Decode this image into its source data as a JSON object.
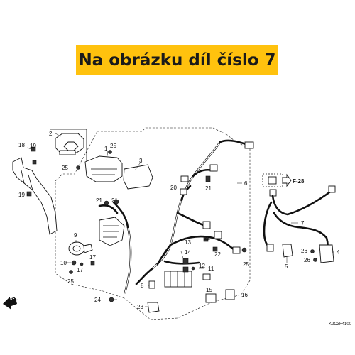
{
  "banner": {
    "text": "Na obrázku díl číslo 7",
    "color": "#ffc20e"
  },
  "diagram": {
    "drawing_code": "K2C3F4100",
    "direction_label": "FR.",
    "reference": "F-28",
    "callouts": {
      "c1": "1",
      "c2": "2",
      "c3": "3",
      "c4": "4",
      "c5": "5",
      "c6": "6",
      "c7": "7",
      "c8": "8",
      "c9": "9",
      "c10": "10",
      "c11": "11",
      "c12": "12",
      "c13": "13",
      "c14": "14",
      "c15": "15",
      "c16": "16",
      "c17a": "17",
      "c17b": "17",
      "c18": "18",
      "c19a": "19",
      "c19b": "19",
      "c20": "20",
      "c21a": "21",
      "c21b": "21",
      "c21c": "21",
      "c22a": "22",
      "c22b": "22",
      "c23": "23",
      "c24": "24",
      "c25a": "25",
      "c25b": "25",
      "c25c": "25",
      "c25d": "25",
      "c26a": "26",
      "c26b": "26"
    }
  }
}
